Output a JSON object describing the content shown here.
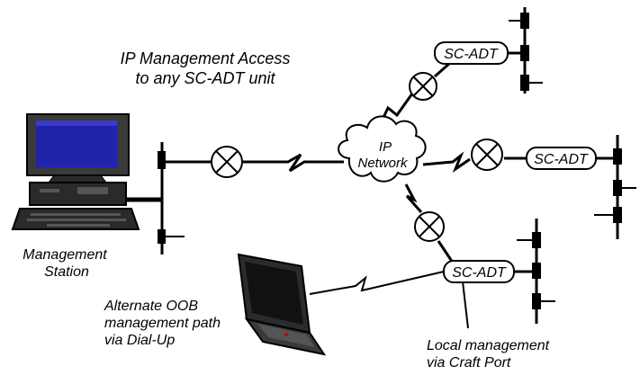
{
  "heading": {
    "line1": "IP Management Access",
    "line2": "to any SC-ADT unit"
  },
  "cloud": {
    "line1": "IP",
    "line2": "Network"
  },
  "units": {
    "top": "SC-ADT",
    "right": "SC-ADT",
    "bottom": "SC-ADT"
  },
  "management_station": {
    "line1": "Management",
    "line2": "Station"
  },
  "oob_path": {
    "line1": "Alternate OOB",
    "line2": "management path",
    "line3": "via Dial-Up"
  },
  "local_management": {
    "line1": "Local management",
    "line2": "via Craft Port"
  },
  "colors": {
    "line": "#000000",
    "screen": "#1f24a8",
    "monitor_body": "#2a2a2a",
    "background": "#ffffff"
  }
}
